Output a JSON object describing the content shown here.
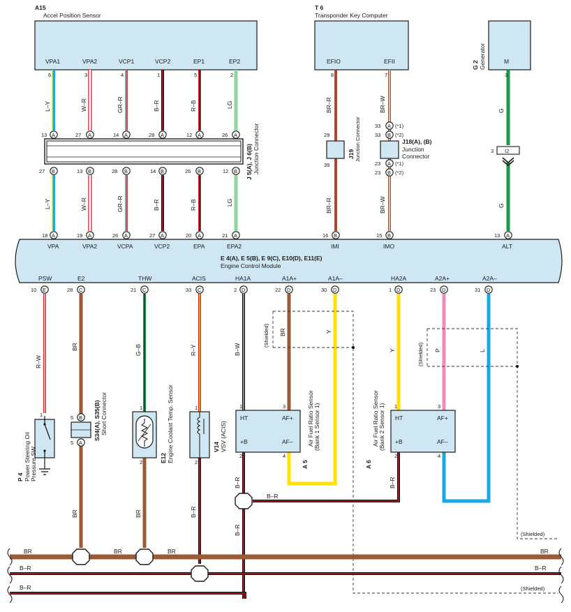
{
  "components": {
    "a15": {
      "code": "A15",
      "name": "Accel Position Sensor"
    },
    "t6": {
      "code": "T 6",
      "name": "Transponder Key Computer"
    },
    "g2": {
      "code": "G 2",
      "name": "Generator"
    },
    "ecm": {
      "code": "E 4(A), E 5(B), E 9(C), E10(D), E11(E)",
      "name": "Engine Control Module"
    },
    "j5j6": {
      "code": "J 5(A), J 6(B)",
      "name": "Junction Connector"
    },
    "j19": {
      "code": "J19",
      "name": "Junction Connector"
    },
    "j18": {
      "code": "J18(A), (B)",
      "name": "Junction Connector"
    },
    "p4": {
      "code": "P 4",
      "name": "Power Steering Oil Pressure SW"
    },
    "s34": {
      "code": "S34(A), S35(B)",
      "name": "Short Connector"
    },
    "e12": {
      "code": "E12",
      "name": "Engine Coolant Temp. Sensor"
    },
    "v14": {
      "code": "V14",
      "name": "VSV (ACIS)"
    },
    "a5": {
      "code": "A 5",
      "name": "Air Fuel Ratio Sensor",
      "sub": "(Bank 1 Sensor 1)"
    },
    "a6": {
      "code": "A 6",
      "name": "Air Fuel Ratio Sensor",
      "sub": "(Bank 2 Sensor 1)"
    }
  },
  "a15_terminals": [
    "VPA1",
    "VPA2",
    "VCP1",
    "VCP2",
    "EP1",
    "EP2"
  ],
  "a15_pins": [
    "6",
    "3",
    "4",
    "1",
    "5",
    "2"
  ],
  "top_wires": [
    "L–Y",
    "W–R",
    "GR–R",
    "B–R",
    "R–B",
    "LG"
  ],
  "j5_in_pins": [
    "13",
    "27",
    "14",
    "28",
    "12",
    "26"
  ],
  "j5_out_pins": [
    "27",
    "13",
    "28",
    "14",
    "26",
    "12"
  ],
  "ecm_top_pins": [
    "18",
    "19",
    "26",
    "27",
    "20",
    "21"
  ],
  "ecm_top_terms": [
    "VPA",
    "VPA2",
    "VCPA",
    "VCP2",
    "EPA",
    "EPA2"
  ],
  "t6_terminals": [
    "EFIO",
    "EFII"
  ],
  "t6_pins": [
    "8",
    "7"
  ],
  "t6_wires": [
    "BR–R",
    "BR–W"
  ],
  "j19_pins": [
    "29",
    "39"
  ],
  "j18_in": [
    "33",
    "33"
  ],
  "j18_out": [
    "23",
    "23"
  ],
  "j18_notes": [
    "(*1)",
    "(*2)"
  ],
  "ecm_imi": {
    "pin": "16",
    "term": "IMI"
  },
  "ecm_imo": {
    "pin": "15",
    "term": "IMO"
  },
  "g2_terminal": "M",
  "g2_pin": "3",
  "g2_wire": "G",
  "i2_label": "I2",
  "i2_pin": "3",
  "ecm_alt": {
    "pin": "13",
    "term": "ALT"
  },
  "ecm_bottom_terms": [
    "PSW",
    "E2",
    "THW",
    "ACIS",
    "HA1A",
    "A1A+",
    "A1A–",
    "HA2A",
    "A2A+",
    "A2A–"
  ],
  "ecm_bottom_pins": [
    "10",
    "28",
    "21",
    "33",
    "2",
    "22",
    "30",
    "1",
    "23",
    "31"
  ],
  "bottom_wires": [
    "R–W",
    "BR",
    "G–B",
    "R–Y",
    "B–W",
    "BR",
    "Y",
    "Y",
    "P",
    "L"
  ],
  "shielded": "(Shielded)",
  "af_labels": {
    "ht": "HT",
    "afp": "AF+",
    "b": "+B",
    "afm": "AF–"
  },
  "pins_misc": {
    "p1": "1",
    "p2": "2",
    "p3": "3",
    "p4": "4",
    "p5": "5"
  },
  "bus_labels": {
    "br": "BR",
    "br2": "B–R"
  },
  "colors": {
    "lightblue": "#cfe6f3",
    "brown": "#9b5a35",
    "red": "#e0202a",
    "green": "#1a9a4a",
    "yellow": "#ffe000",
    "pink": "#f08cc0",
    "blue": "#18a8e8",
    "lg": "#8fd3a0"
  }
}
